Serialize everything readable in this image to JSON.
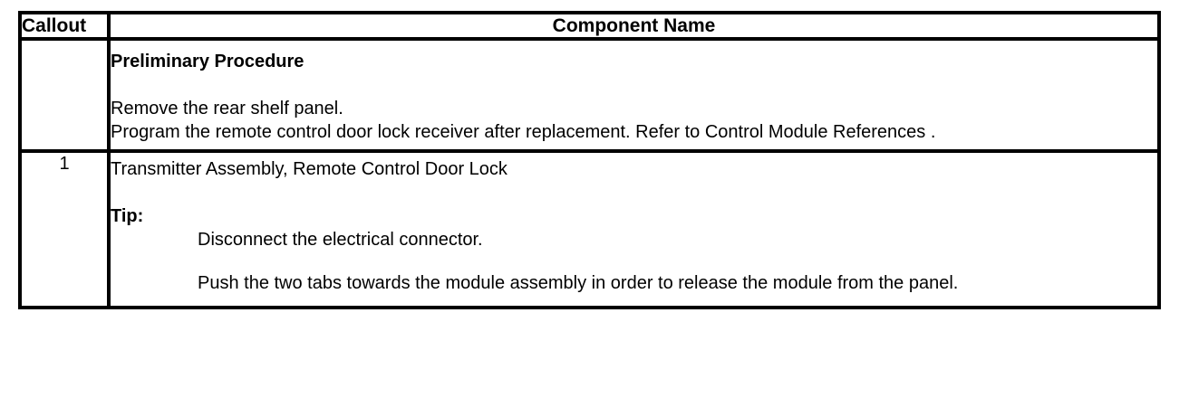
{
  "table": {
    "header": {
      "callout_label": "Callout",
      "component_name_label": "Component Name"
    },
    "rows": [
      {
        "callout": "",
        "title": "Preliminary Procedure",
        "title_bold": true,
        "lines": [
          "Remove the rear shelf panel.",
          "Program the remote control door lock receiver after replacement. Refer to Control Module References ."
        ]
      },
      {
        "callout": "1",
        "title": "Transmitter Assembly, Remote Control Door Lock",
        "tip_label": "Tip:",
        "tip_lines": [
          "Disconnect the electrical connector.",
          "Push the two tabs towards the module assembly in order to release the module from the panel."
        ]
      }
    ]
  },
  "colors": {
    "border": "#000000",
    "text": "#000000",
    "background": "#ffffff"
  }
}
